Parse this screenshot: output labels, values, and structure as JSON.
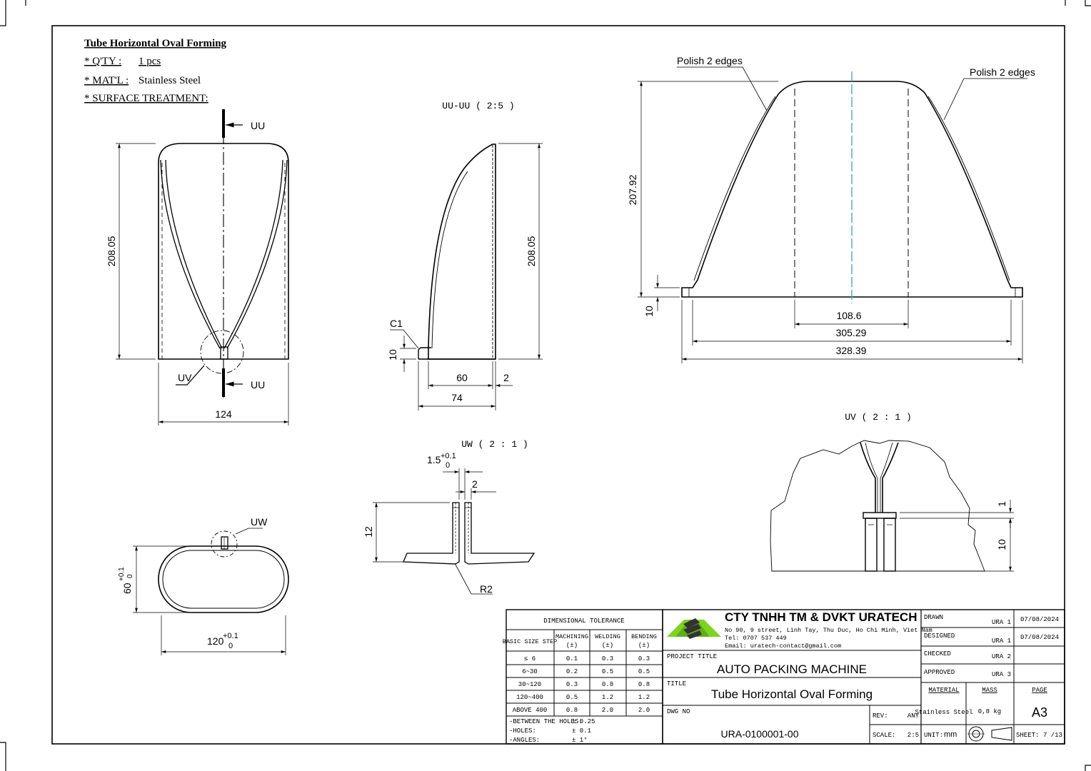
{
  "notes": {
    "title": "Tube Horizontal Oval Forming",
    "qty_label": "* Q'TY :",
    "qty_value": "1 pcs",
    "mat_label": "* MAT'L :",
    "mat_value": "Stainless Steel",
    "surface_label": "* SURFACE TREATMENT:"
  },
  "front_view": {
    "section_mark": "UU",
    "detail_mark": "UV",
    "height": "208.05",
    "width": "124"
  },
  "section_uu": {
    "label": "UU-UU ( 2:5 )",
    "height": "208.05",
    "chamfer": "C1",
    "flange": "10",
    "d60": "60",
    "d2": "2",
    "d74": "74"
  },
  "profile_view": {
    "note_left": "Polish 2 edges",
    "note_right": "Polish 2 edges",
    "height": "207.92",
    "flange": "10",
    "d108": "108.6",
    "d305": "305.29",
    "d328": "328.39"
  },
  "top_view": {
    "detail_mark": "UW",
    "height_main": "60",
    "height_tol_upper": "+0.1",
    "height_tol_lower": "0",
    "width_main": "120",
    "width_tol_upper": "+0.1",
    "width_tol_lower": "0"
  },
  "detail_uw": {
    "label": "UW ( 2 : 1 )",
    "gap_main": "1.5",
    "gap_tol_upper": "+0.1",
    "gap_tol_lower": "0",
    "d2": "2",
    "d12": "12",
    "radius": "R2"
  },
  "detail_uv": {
    "label": "UV ( 2 : 1 )",
    "d1": "1",
    "d10": "10"
  },
  "tolerance_table": {
    "title": "DIMENSIONAL TOLERANCE",
    "headers": [
      "BASIC SIZE STEP",
      "MACHINING",
      "WELDING",
      "BENDING"
    ],
    "pm": "(±)",
    "rows": [
      [
        "≤ 6",
        "0.1",
        "0.3",
        "0.3"
      ],
      [
        "6~30",
        "0.2",
        "0.5",
        "0.5"
      ],
      [
        "30~120",
        "0.3",
        "0.8",
        "0.8"
      ],
      [
        "120~400",
        "0.5",
        "1.2",
        "1.2"
      ],
      [
        "ABOVE 400",
        "0.8",
        "2.0",
        "2.0"
      ]
    ],
    "notes": [
      [
        "-BETWEEN THE HOLES:",
        "± 0.25"
      ],
      [
        "-HOLES:",
        "± 0.1"
      ],
      [
        "-ANGLES:",
        "± 1°"
      ]
    ]
  },
  "title_block": {
    "company": "CTY TNHH TM & DVKT URATECH",
    "address": "No 90, 9 street, Linh Tay, Thu Duc, Ho Chi Minh, Viet Nam",
    "tel": "Tel:  0707 537 449",
    "email": "Email: uratech-contact@gmail.com",
    "project_label": "PROJECT TITLE",
    "project": "AUTO PACKING MACHINE",
    "title_label": "TITLE",
    "title": "Tube Horizontal Oval Forming",
    "dwg_label": "DWG NO",
    "dwg_no": "URA-0100001-00",
    "rev_label": "REV:",
    "rev": "ANY",
    "scale_label": "SCALE:",
    "scale": "2:5",
    "drawn_label": "DRAWN",
    "drawn": "URA 1",
    "drawn_date": "07/08/2024",
    "designed_label": "DESIGNED",
    "designed": "URA 1",
    "designed_date": "07/08/2024",
    "checked_label": "CHECKED",
    "checked": "URA 2",
    "approved_label": "APPROVED",
    "approved": "URA 3",
    "material_label": "MATERIAL",
    "material": "Stainless Steel",
    "mass_label": "MASS",
    "mass": "0,8 kg",
    "page_label": "PAGE",
    "page": "A3",
    "unit_label": "UNIT:",
    "unit": "mm",
    "sheet_label": "SHEET:",
    "sheet": "7 /13"
  },
  "colors": {
    "line": "#000000",
    "centerline": "#4aa3d8",
    "logo_green": "#7ed321",
    "logo_dark": "#333333"
  }
}
